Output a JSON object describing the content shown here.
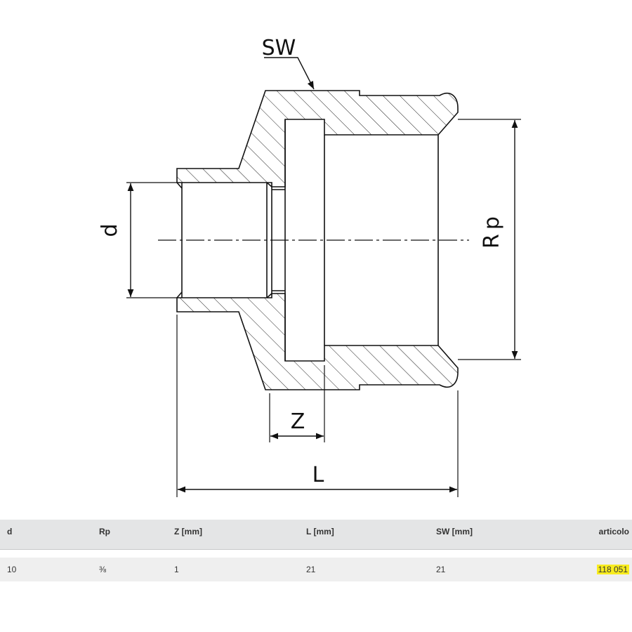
{
  "diagram": {
    "labels": {
      "sw": "SW",
      "d": "d",
      "rp": "Rp",
      "z": "Z",
      "l": "L"
    },
    "colors": {
      "line": "#111111",
      "highlight": "#f8ec1f",
      "header_bg": "#e4e5e6",
      "row_bg": "#efefef"
    }
  },
  "table": {
    "headers": {
      "d": "d",
      "rp": "Rp",
      "z": "Z [mm]",
      "l": "L [mm]",
      "sw": "SW [mm]",
      "articolo": "articolo"
    },
    "rows": [
      {
        "d": "10",
        "rp": "⅜",
        "z": "1",
        "l": "21",
        "sw": "21",
        "articolo": "118 051"
      }
    ]
  }
}
